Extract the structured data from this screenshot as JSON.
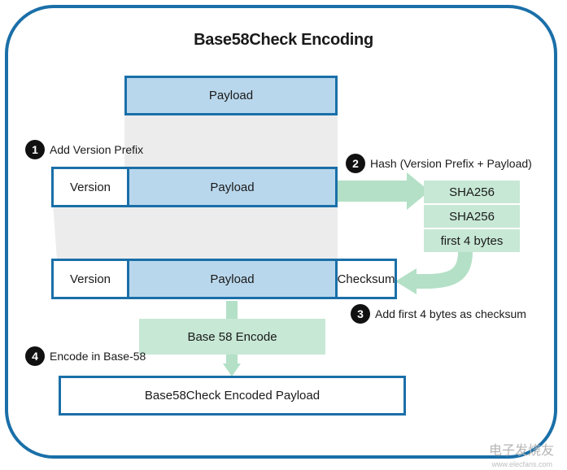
{
  "title": "Base58Check Encoding",
  "payload_top": "Payload",
  "row1": {
    "version": "Version",
    "payload": "Payload"
  },
  "row2": {
    "version": "Version",
    "payload": "Payload",
    "checksum": "Checksum"
  },
  "hash_boxes": [
    "SHA256",
    "SHA256",
    "first 4 bytes"
  ],
  "encode_box": "Base 58 Encode",
  "result_box": "Base58Check Encoded Payload",
  "steps": [
    {
      "num": "1",
      "label": "Add Version Prefix"
    },
    {
      "num": "2",
      "label": "Hash (Version Prefix + Payload)"
    },
    {
      "num": "3",
      "label": "Add first 4 bytes as checksum"
    },
    {
      "num": "4",
      "label": "Encode in Base-58"
    }
  ],
  "watermark": {
    "text": "电子发烧友",
    "sub": "www.elecfans.com"
  },
  "colors": {
    "border": "#1a6fa8",
    "payload_fill": "#b9d7ec",
    "hash_fill": "#c7e8d5",
    "arrow": "#b3e0c6",
    "funnel": "#ececec"
  }
}
